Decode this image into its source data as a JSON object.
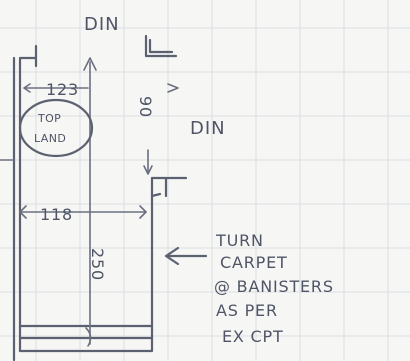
{
  "doorway_label": "DIN",
  "dimensions": {
    "top_width": "123",
    "lower_width": "118",
    "landing_depth": "90",
    "length": "250"
  },
  "top_landing_label": {
    "line1": "TOP",
    "line2": "LAND"
  },
  "note_lines": [
    "TURN",
    "CARPET",
    "@ BANISTERS",
    "AS PER",
    "EX CPT"
  ],
  "colors": {
    "paper": "#f6f6f4",
    "grid": "#d9dde3",
    "ink": "#5b6170"
  }
}
